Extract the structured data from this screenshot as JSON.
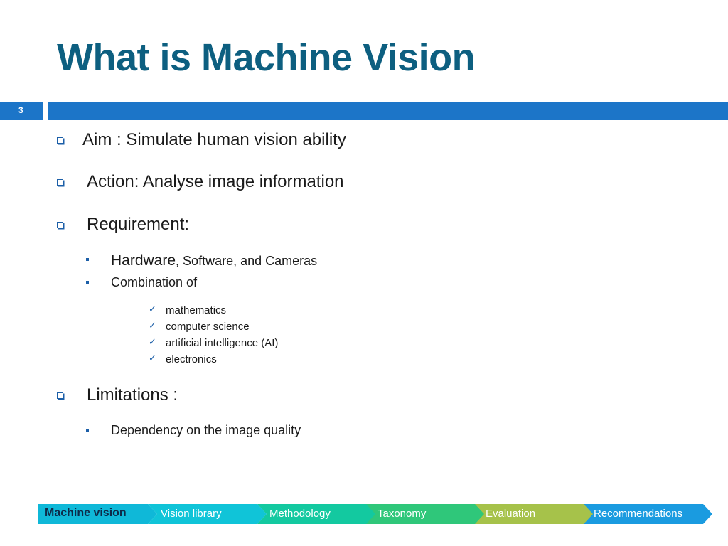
{
  "slide": {
    "title": "What is Machine Vision",
    "number": "3"
  },
  "bullets": {
    "aim": "Aim : Simulate human vision ability",
    "action": "Action: Analyse image information",
    "requirement": "Requirement:",
    "hardware_big": "Hardware",
    "hardware_rest": ", Software, and Cameras",
    "combination": "Combination of",
    "combination_items": [
      "mathematics",
      "computer science",
      "artificial intelligence (AI)",
      "electronics"
    ],
    "limitations": "Limitations :",
    "dependency": "Dependency on the image quality"
  },
  "nav": {
    "items": [
      {
        "label": "Machine vision",
        "color": "#0fb8d8"
      },
      {
        "label": "Vision library",
        "color": "#10c4d8"
      },
      {
        "label": "Methodology",
        "color": "#13c9a0"
      },
      {
        "label": "Taxonomy",
        "color": "#2fc77a"
      },
      {
        "label": "Evaluation",
        "color": "#a6c24a"
      },
      {
        "label": "Recommendations",
        "color": "#1a9be0"
      }
    ]
  },
  "colors": {
    "title": "#0d5f80",
    "bar": "#1c75c8",
    "bullet_marker": "#1c5fa8"
  }
}
